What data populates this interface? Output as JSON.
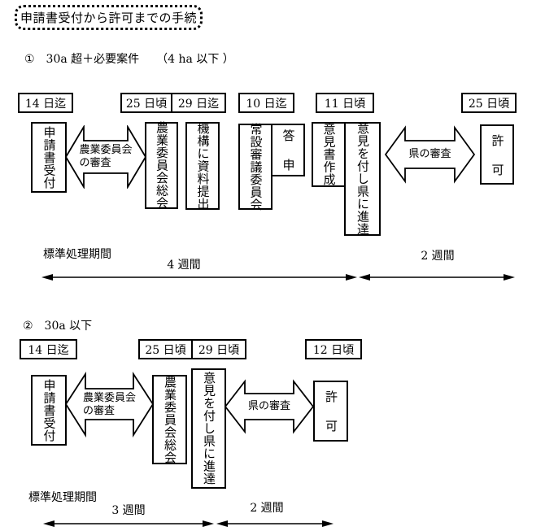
{
  "colors": {
    "ink": "#000000",
    "paper": "#ffffff"
  },
  "title": "申請書受付から許可までの手続",
  "section1": {
    "heading": "①　30a 超＋必要案件　　（4 ha 以下 ）",
    "dates": [
      "14 日迄",
      "25 日頃",
      "29 日迄",
      "10 日迄",
      "11 日頃",
      "25 日頃"
    ],
    "steps": [
      "申請書受付",
      "農業委員会総会",
      "機構に資料提出",
      "常設審議委員会",
      "答申",
      "意見書作成",
      "意見を付し県に進達",
      "許可"
    ],
    "arrows": [
      "農業委員会\nの審査",
      "県の審査"
    ],
    "period": {
      "label": "標準処理期間",
      "spans": [
        "4 週間",
        "2 週間"
      ]
    }
  },
  "section2": {
    "heading": "②　30a 以下",
    "dates": [
      "14 日迄",
      "25 日頃",
      "29 日頃",
      "12 日頃"
    ],
    "steps": [
      "申請書受付",
      "農業委員会総会",
      "意見を付し県に進達",
      "許可"
    ],
    "arrows": [
      "農業委員会\nの審査",
      "県の審査"
    ],
    "period": {
      "label": "標準処理期間",
      "spans": [
        "3 週間",
        "2 週間"
      ]
    }
  }
}
